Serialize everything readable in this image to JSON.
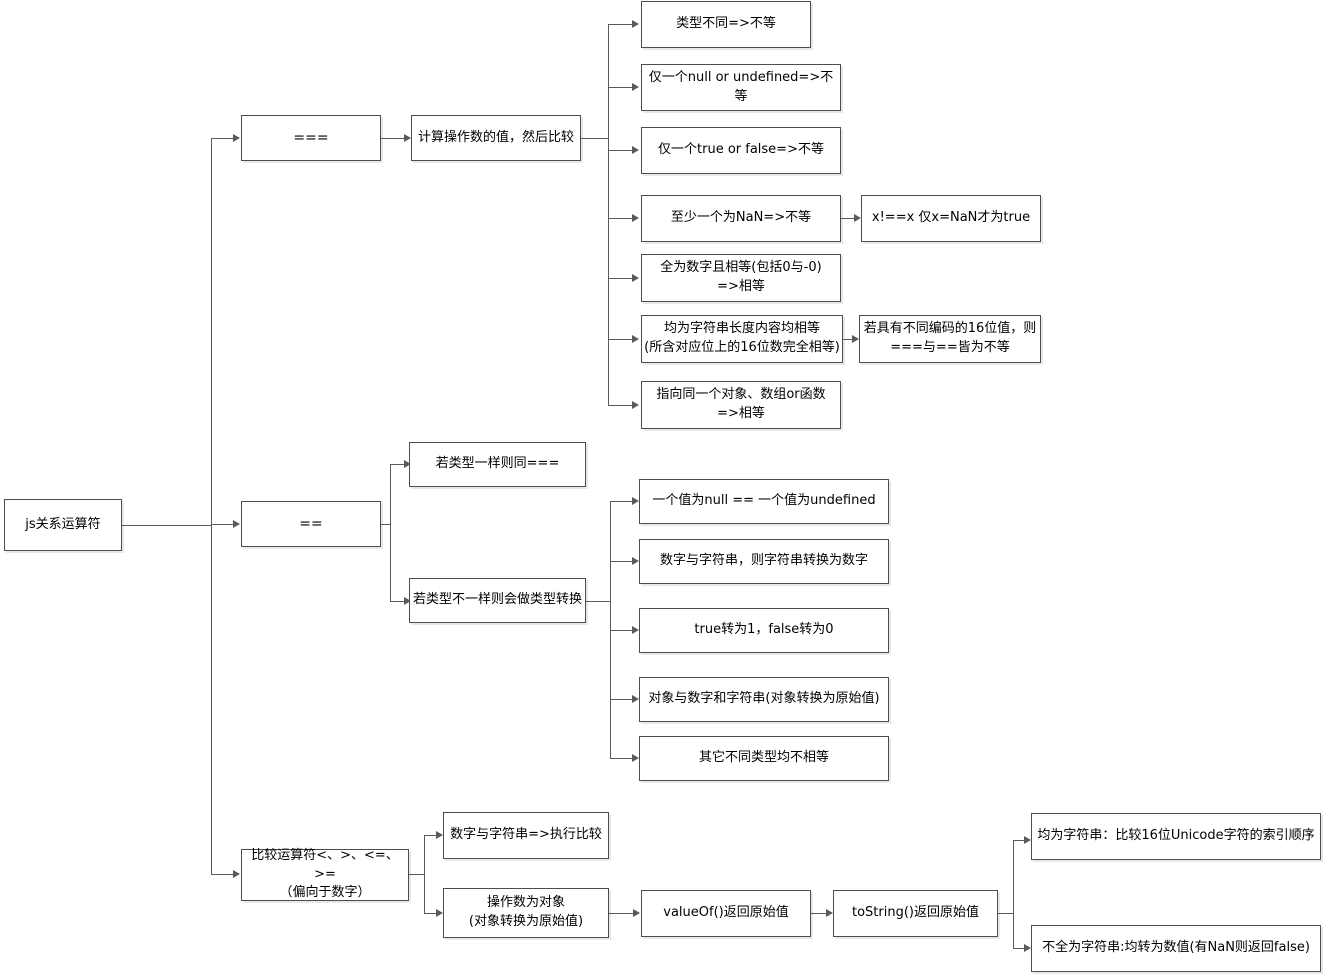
{
  "diagram": {
    "title": "js关系运算符",
    "root": {
      "label": "js关系运算符"
    },
    "branches": [
      {
        "id": "strict-equals",
        "label": "===",
        "detail": {
          "label": "计算操作数的值，然后比较"
        },
        "rules": [
          {
            "id": "type-diff",
            "label": "类型不同=>不等"
          },
          {
            "id": "only-one-null-undefined",
            "label": "仅一个null  or  undefined=>不等"
          },
          {
            "id": "only-one-true-false",
            "label": "仅一个true  or  false=>不等"
          },
          {
            "id": "at-least-one-nan",
            "label": "至少一个为NaN=>不等",
            "note": {
              "id": "nan-note",
              "label": "x!==x 仅x=NaN才为true"
            }
          },
          {
            "id": "all-numbers-equal",
            "label": "全为数字且相等(包括0与-0)\n=>相等"
          },
          {
            "id": "strings-equal",
            "label": "均为字符串长度内容均相等\n(所含对应位上的16位数完全相等)",
            "note": {
              "id": "encoding-note",
              "label": "若具有不同编码的16位值，则\n===与==皆为不等"
            }
          },
          {
            "id": "same-reference",
            "label": "指向同一个对象、数组or函数\n=>相等"
          }
        ]
      },
      {
        "id": "loose-equals",
        "label": "==",
        "children": [
          {
            "id": "same-type",
            "label": "若类型一样则同==="
          },
          {
            "id": "diff-type",
            "label": "若类型不一样则会做类型转换",
            "rules": [
              {
                "id": "null-undefined",
                "label": "一个值为null  ==  一个值为undefined"
              },
              {
                "id": "number-string",
                "label": "数字与字符串，则字符串转换为数字"
              },
              {
                "id": "bool-number",
                "label": "true转为1，false转为0"
              },
              {
                "id": "object-primitive",
                "label": "对象与数字和字符串(对象转换为原始值)"
              },
              {
                "id": "other-types",
                "label": "其它不同类型均不相等"
              }
            ]
          }
        ]
      },
      {
        "id": "comparison-operators",
        "label": "比较运算符<、>、<=、>=\n（偏向于数字）",
        "children": [
          {
            "id": "number-string-compare",
            "label": "数字与字符串=>执行比较"
          },
          {
            "id": "operand-object",
            "label": "操作数为对象\n(对象转换为原始值)"
          }
        ],
        "chain": [
          {
            "id": "value-of",
            "label": "valueOf()返回原始值"
          },
          {
            "id": "to-string",
            "label": "toString()返回原始值"
          }
        ],
        "outcomes": [
          {
            "id": "all-strings",
            "label": "均为字符串：比较16位Unicode字符的索引顺序"
          },
          {
            "id": "not-all-strings",
            "label": "不全为字符串:均转为数值(有NaN则返回false)"
          }
        ]
      }
    ]
  },
  "style": {
    "box_border": "#4d4d4d",
    "connector": "#5a5a5a",
    "background": "#ffffff",
    "text": "#000000",
    "shadow": "#e8e8e8"
  }
}
